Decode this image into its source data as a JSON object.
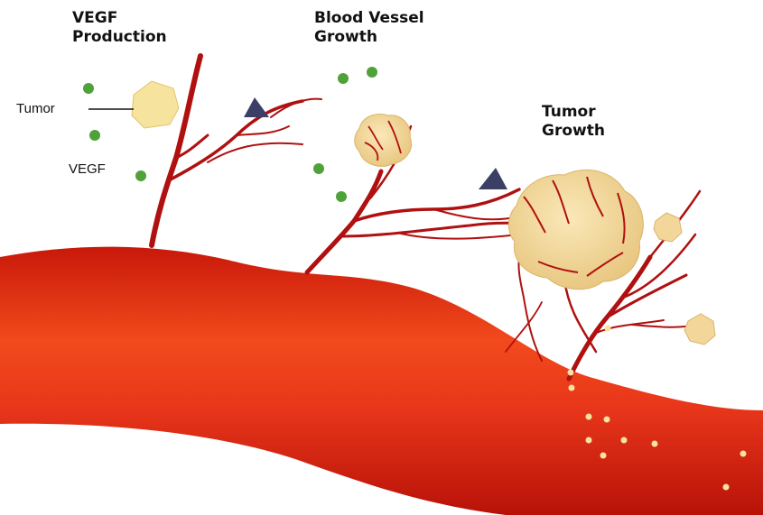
{
  "headings": {
    "vegf_production": [
      "VEGF",
      "Production"
    ],
    "blood_vessel_growth": [
      "Blood Vessel",
      "Growth"
    ],
    "tumor_growth": [
      "Tumor",
      "Growth"
    ]
  },
  "labels": {
    "tumor": "Tumor",
    "vegf": "VEGF"
  },
  "colors": {
    "vessel_dark": "#b81208",
    "vessel_mid": "#e02a10",
    "vessel_light": "#f04a1a",
    "capillary": "#b01010",
    "tumor_fill": "#f3d79a",
    "tumor_edge": "#d9b46a",
    "vegf": "#4fa13a",
    "inhibitor": "#3b3f66",
    "cell": "#f7e3a0"
  }
}
